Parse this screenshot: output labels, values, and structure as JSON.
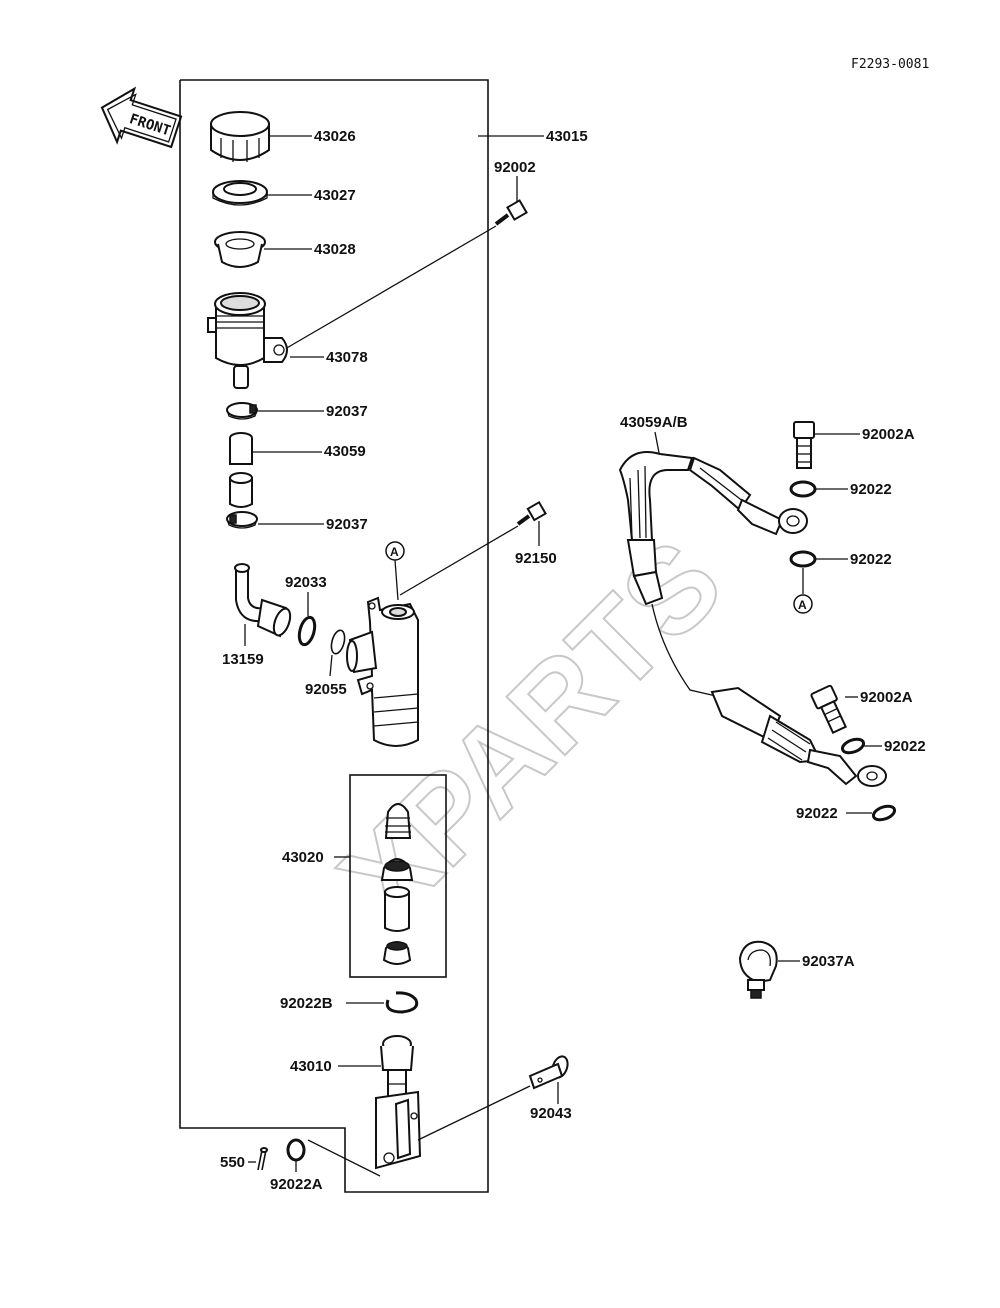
{
  "figure_id": "F2293-0081",
  "front_label": "FRONT",
  "watermark": "XPARTS",
  "circle_marker": "A",
  "labels": [
    {
      "id": "43026",
      "text": "43026"
    },
    {
      "id": "43015",
      "text": "43015"
    },
    {
      "id": "92002",
      "text": "92002"
    },
    {
      "id": "43027",
      "text": "43027"
    },
    {
      "id": "43028",
      "text": "43028"
    },
    {
      "id": "43078",
      "text": "43078"
    },
    {
      "id": "92037_top",
      "text": "92037"
    },
    {
      "id": "43059",
      "text": "43059"
    },
    {
      "id": "92037_bot",
      "text": "92037"
    },
    {
      "id": "92150",
      "text": "92150"
    },
    {
      "id": "92033",
      "text": "92033"
    },
    {
      "id": "13159",
      "text": "13159"
    },
    {
      "id": "92055",
      "text": "92055"
    },
    {
      "id": "43020",
      "text": "43020"
    },
    {
      "id": "92022B",
      "text": "92022B"
    },
    {
      "id": "43010",
      "text": "43010"
    },
    {
      "id": "92043",
      "text": "92043"
    },
    {
      "id": "550",
      "text": "550"
    },
    {
      "id": "92022A",
      "text": "92022A"
    },
    {
      "id": "43059AB",
      "text": "43059A/B"
    },
    {
      "id": "92002A_top",
      "text": "92002A"
    },
    {
      "id": "92022_1",
      "text": "92022"
    },
    {
      "id": "92022_2",
      "text": "92022"
    },
    {
      "id": "92002A_mid",
      "text": "92002A"
    },
    {
      "id": "92022_3",
      "text": "92022"
    },
    {
      "id": "92022_4",
      "text": "92022"
    },
    {
      "id": "92037A",
      "text": "92037A"
    }
  ]
}
